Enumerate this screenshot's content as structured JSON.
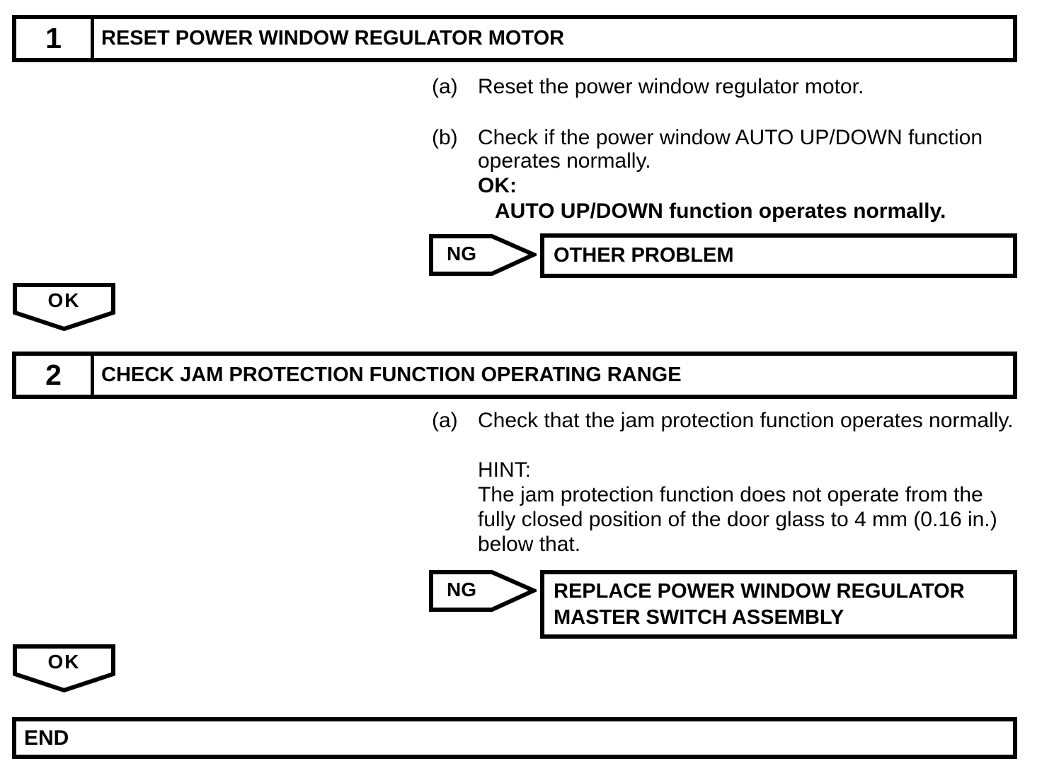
{
  "steps": [
    {
      "number": "1",
      "title": "RESET POWER WINDOW REGULATOR MOTOR",
      "item_a": {
        "label": "(a)",
        "text": "Reset the power window regulator motor."
      },
      "item_b": {
        "label": "(b)",
        "line1": "Check if the power window AUTO UP/DOWN function",
        "line2": "operates normally."
      },
      "ok_heading": "OK:",
      "ok_condition": "AUTO UP/DOWN function operates normally.",
      "ng_label": "NG",
      "ng_result": "OTHER PROBLEM",
      "ok_connector": "OK"
    },
    {
      "number": "2",
      "title": "CHECK JAM PROTECTION FUNCTION OPERATING RANGE",
      "item_a": {
        "label": "(a)",
        "text": "Check that the jam protection function operates normally."
      },
      "hint_heading": "HINT:",
      "hint_line1": "The jam protection function does not operate from the",
      "hint_line2": "fully closed position of the door glass to 4 mm (0.16 in.)",
      "hint_line3": "below that.",
      "ng_label": "NG",
      "ng_result_line1": "REPLACE POWER WINDOW REGULATOR",
      "ng_result_line2": "MASTER SWITCH ASSEMBLY",
      "ok_connector": "OK"
    }
  ],
  "end_label": "END",
  "colors": {
    "ink": "#000000",
    "paper": "#ffffff"
  }
}
